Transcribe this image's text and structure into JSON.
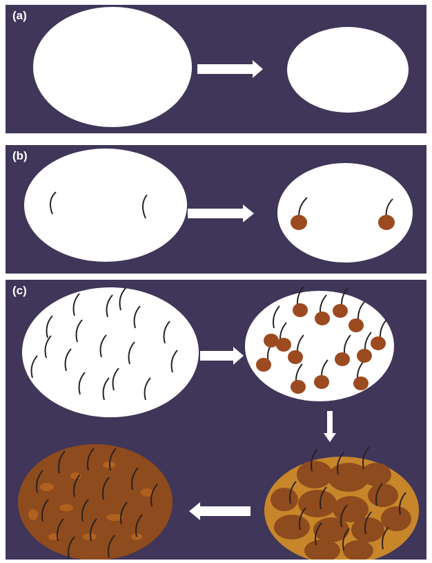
{
  "panels": [
    {
      "label": "(a)"
    },
    {
      "label": "(b)"
    },
    {
      "label": "(c)"
    }
  ],
  "colors": {
    "background": "#3f3659",
    "cell": "#ffffff",
    "hair": "#2a211f",
    "droplet": "#9c4a1f",
    "mass_fill": "#8e4b1e",
    "mass_blotch": "#b4641f",
    "mass_gold": "#c8862a",
    "arrow": "#ffffff"
  }
}
